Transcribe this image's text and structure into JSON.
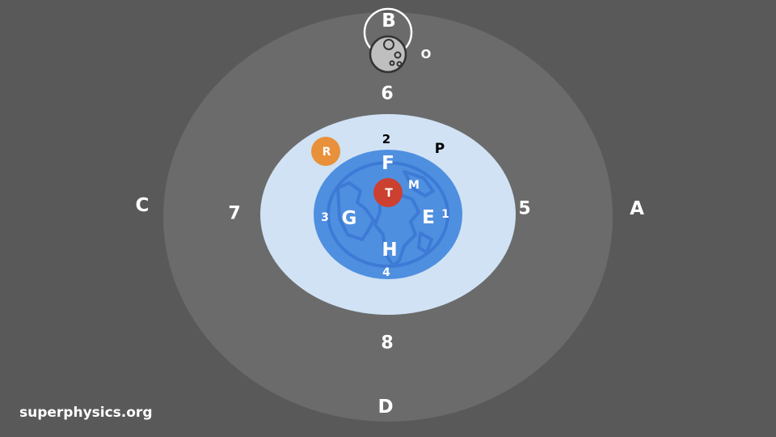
{
  "colors": {
    "background": "#595959",
    "outer_ring": "#6b6b6b",
    "middle_ring": "#d0e2f4",
    "earth": "#4f8fe0",
    "earth_dark": "#3d7ad6",
    "sun": "#e8913a",
    "center_dot": "#cc4030",
    "moon": "#bfbfbf"
  },
  "icons": {
    "earth": "globe-icon",
    "moon": "moon-icon"
  },
  "labels": {
    "A": "A",
    "B": "B",
    "C": "C",
    "D": "D",
    "E": "E",
    "F": "F",
    "G": "G",
    "H": "H",
    "M": "M",
    "O": "O",
    "P": "P",
    "R": "R",
    "T": "T",
    "n1": "1",
    "n2": "2",
    "n3": "3",
    "n4": "4",
    "n5": "5",
    "n6": "6",
    "n7": "7",
    "n8": "8"
  },
  "footer": "superphysics.org"
}
